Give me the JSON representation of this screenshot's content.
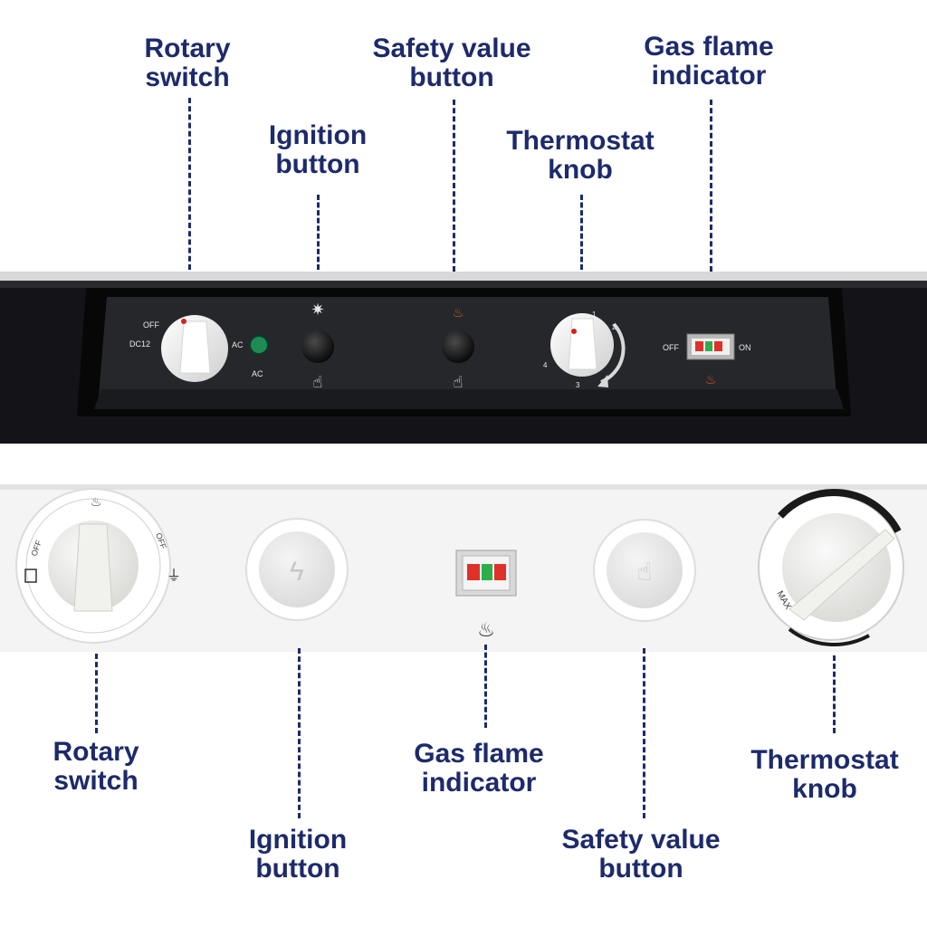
{
  "top_labels": {
    "rotary": [
      "Rotary",
      "switch"
    ],
    "safety": [
      "Safety value",
      "button"
    ],
    "gas": [
      "Gas flame",
      "indicator"
    ],
    "ignition": [
      "Ignition",
      "button"
    ],
    "thermo": [
      "Thermostat",
      "knob"
    ]
  },
  "bottom_labels": {
    "rotary": [
      "Rotary",
      "switch"
    ],
    "gas": [
      "Gas flame",
      "indicator"
    ],
    "thermo": [
      "Thermostat",
      "knob"
    ],
    "ignition": [
      "Ignition",
      "button"
    ],
    "safety": [
      "Safety value",
      "button"
    ]
  },
  "black_panel": {
    "off": "OFF",
    "dc12": "DC12",
    "ac_right": "AC",
    "ac_below": "AC",
    "dial": [
      "1",
      "2",
      "3",
      "4"
    ],
    "switch_off": "OFF",
    "switch_on": "ON"
  },
  "white_panel": {
    "off_left": "OFF",
    "off_right": "OFF",
    "max": "MAX"
  },
  "colors": {
    "label": "#1d2a6b",
    "indicator_red": "#e0302a",
    "indicator_green": "#2cae4a",
    "ac_lamp": "#1f8a55"
  }
}
